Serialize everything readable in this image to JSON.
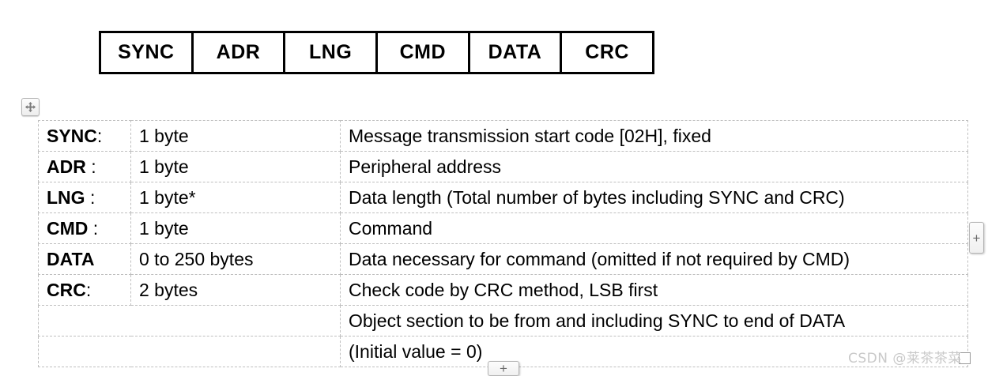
{
  "frame_table": {
    "name": "protocol-frame-layout",
    "fields": [
      "SYNC",
      "ADR",
      "LNG",
      "CMD",
      "DATA",
      "CRC"
    ]
  },
  "description_table": {
    "name": "protocol-field-description",
    "rows": [
      {
        "label": "SYNC",
        "colon": ":",
        "size": "1 byte",
        "description": "Message transmission start code [02H], fixed",
        "merged": false
      },
      {
        "label": "ADR",
        "colon": " :",
        "size": "1 byte",
        "description": "Peripheral address",
        "merged": false
      },
      {
        "label": "LNG",
        "colon": " :",
        "size": "1 byte*",
        "description": "Data length (Total number of bytes including SYNC and CRC)",
        "merged": false
      },
      {
        "label": "CMD",
        "colon": " :",
        "size": "1 byte",
        "description": "Command",
        "merged": false
      },
      {
        "label": "DATA",
        "colon": "",
        "size": "0 to 250 bytes",
        "description": "Data necessary for command (omitted if not required by CMD)",
        "merged": false
      },
      {
        "label": "CRC",
        "colon": ":",
        "size": "2 bytes",
        "description": "Check code by CRC method, LSB first",
        "merged": false
      },
      {
        "label": "",
        "colon": "",
        "size": "",
        "description": "Object section to be from and including SYNC to end of DATA",
        "merged": true
      },
      {
        "label": "",
        "colon": "",
        "size": "",
        "description": "(Initial value  = 0)",
        "merged": true
      }
    ]
  },
  "controls": {
    "move_handle": "table-move-handle",
    "insert_column": "+",
    "insert_row": "+",
    "resize_handle": "table-resize-handle"
  },
  "watermark": {
    "text": "CSDN @莱茶茶菜"
  },
  "colors": {
    "frame_border": "#000000",
    "grid_line": "#bfbfbf",
    "text": "#000000",
    "watermark": "#c9c9c9",
    "control_border": "#b4b4b4"
  }
}
